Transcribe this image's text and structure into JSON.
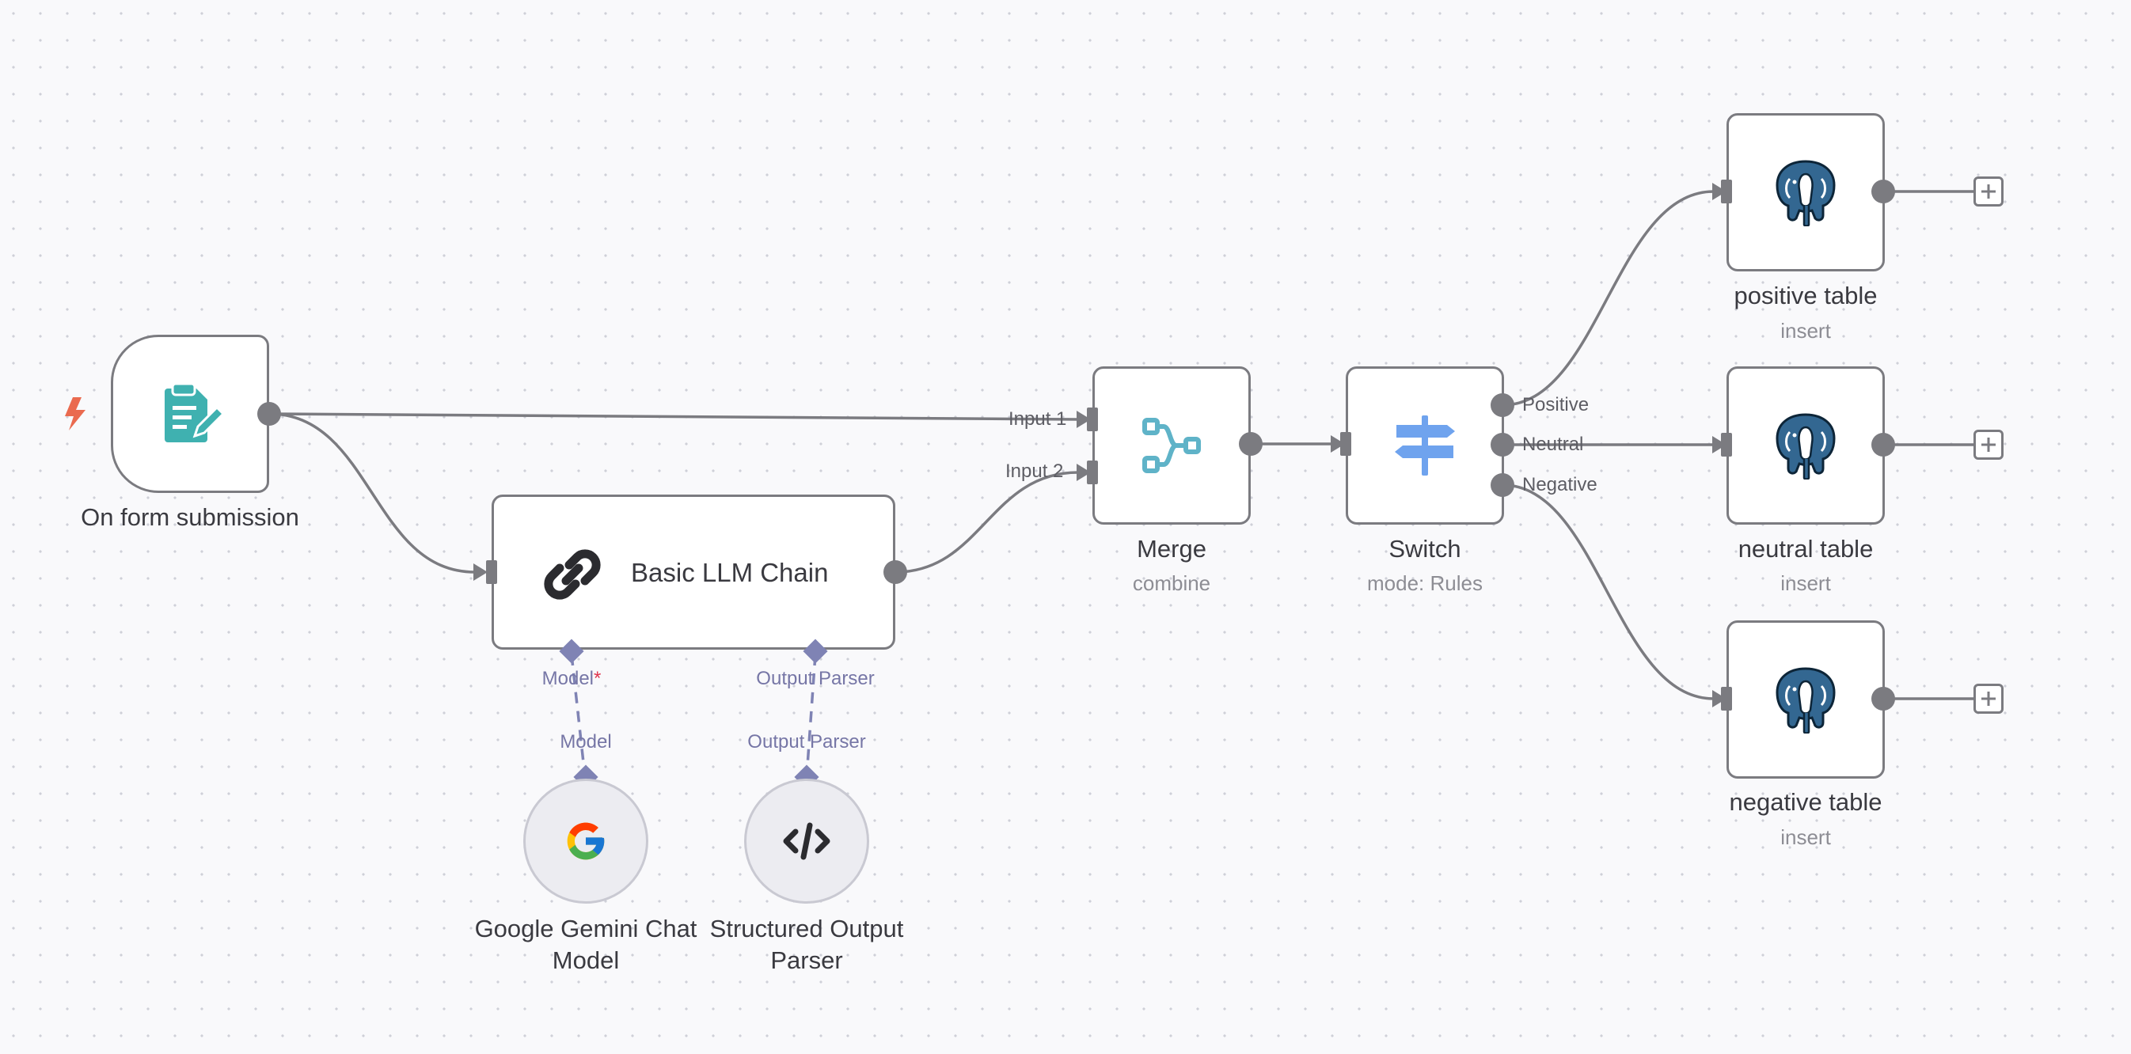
{
  "theme": {
    "node_border": "#7b7b80",
    "wire": "#7b7b80",
    "ai_connection": "#7f83b4",
    "trigger_bolt": "#ea6a4f",
    "form_icon": "#3fb1b0",
    "merge_icon": "#5fb3c8",
    "switch_icon": "#6fa3ee",
    "postgres_icon": "#336791"
  },
  "nodes": {
    "form": {
      "title": "On form submission",
      "icon": "form-document-icon",
      "trigger_icon": "lightning-bolt-icon"
    },
    "llm": {
      "title": "Basic LLM Chain",
      "icon": "chain-link-icon"
    },
    "merge": {
      "title": "Merge",
      "subtitle": "combine",
      "icon": "merge-icon",
      "inputs": [
        "Input 1",
        "Input 2"
      ]
    },
    "switch": {
      "title": "Switch",
      "subtitle": "mode: Rules",
      "icon": "signpost-icon",
      "outputs": [
        "Positive",
        "Neutral",
        "Negative"
      ]
    },
    "positive": {
      "title": "positive table",
      "subtitle": "insert",
      "icon": "postgres-elephant-icon"
    },
    "neutral": {
      "title": "neutral table",
      "subtitle": "insert",
      "icon": "postgres-elephant-icon"
    },
    "negative": {
      "title": "negative table",
      "subtitle": "insert",
      "icon": "postgres-elephant-icon"
    },
    "gemini": {
      "title_line1": "Google Gemini Chat",
      "title_line2": "Model",
      "icon": "google-g-icon"
    },
    "parser": {
      "title_line1": "Structured Output",
      "title_line2": "Parser",
      "icon": "code-brackets-icon"
    }
  },
  "connections": {
    "llm_model_label": "Model",
    "llm_model_required": "*",
    "llm_parser_label": "Output Parser",
    "gemini_model_label": "Model",
    "parser_output_label": "Output Parser"
  }
}
